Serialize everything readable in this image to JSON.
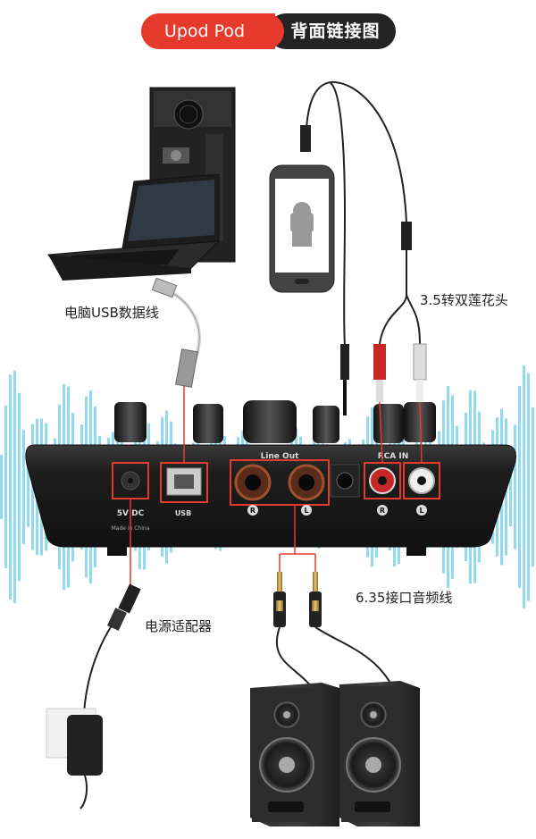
{
  "header": {
    "brand": "Upod Pod",
    "title": "背面链接图"
  },
  "labels": {
    "usb_cable": "电脑USB数据线",
    "aux_adapter": "3.5转双莲花头",
    "jack_cable": "6.35接口音频线",
    "power_adapter": "电源适配器"
  },
  "device": {
    "power_spec": "5V DC",
    "usb": "USB",
    "line_out": "Line Out",
    "rca_in": "RCA IN",
    "right": "R",
    "left": "L",
    "made_in": "Made in China"
  },
  "colors": {
    "accent_red": "#e53a2c",
    "header_dark": "#232323",
    "wave_blue": "#7fd3ec",
    "device_body": "#1b1b1b"
  }
}
